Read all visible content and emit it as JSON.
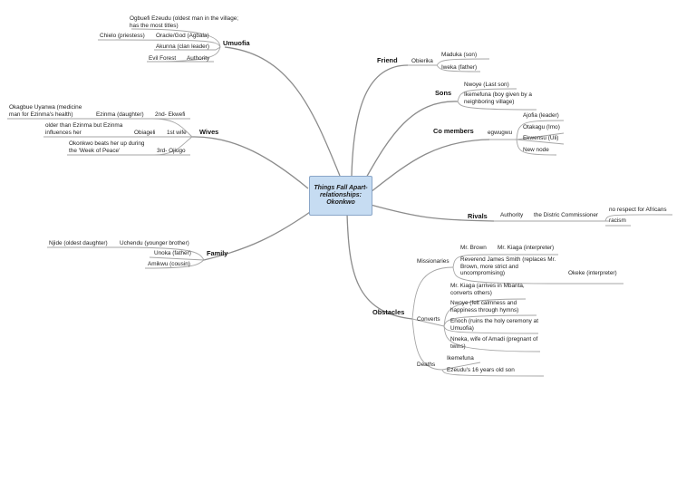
{
  "central": "Things Fall Apart- relationships: Okonkwo",
  "umuofia": {
    "title": "Umuofia",
    "ogbuefi": "Ogbuefi Ezeudu (oldest man in the village; has the most titles)",
    "chielo": "Chielo (priestess)",
    "oracle": "Oracle/God (Agbala)",
    "akunna": "Akunna (clan leader)",
    "evil_forest": "Evil Forest",
    "authority": "Authority"
  },
  "wives": {
    "title": "Wives",
    "okagbue": "Okagbue Uyanwa (medicine man for Ezinma's health)",
    "ezinma": "Ezinma (daughter)",
    "ekwefi": "2nd- Ekwefi",
    "older": "older than Ezinma but Ezinma influences her",
    "obiageli": "Obiageli",
    "first_wife": "1st wife",
    "beats": "Okonkwo beats her up during the 'Week of Peace'",
    "ojiugo": "3rd- Ojiugo"
  },
  "family": {
    "title": "Family",
    "njide": "Njide (oldest daughter)",
    "uchendu": "Uchendu (younger brother)",
    "unoka": "Unoka (father)",
    "amikwu": "Amikwu (cousin)"
  },
  "friend": {
    "title": "Friend",
    "obierika": "Obierika",
    "maduka": "Maduka (son)",
    "iweka": "Iweka (father)"
  },
  "sons": {
    "title": "Sons",
    "nwoye": "Nwoye (Last son)",
    "ikemefuna": "Ikemefuna (boy given by a neighboring village)"
  },
  "comembers": {
    "title": "Co members",
    "egwugwu": "egwugwu",
    "ajofia": "Ajofia (leader)",
    "otakagu": "Otakagu (Imo)",
    "ekwensu": "Ekwensu (Uli)",
    "new_node": "New node"
  },
  "rivals": {
    "title": "Rivals",
    "authority": "Authority",
    "commissioner": "the Distric Commissioner",
    "no_respect": "no respect for Africans",
    "racism": "racism"
  },
  "obstacles": {
    "title": "Obstacles",
    "missionaries": "Missionaries",
    "mr_brown": "Mr. Brown",
    "kiaga_interp": "Mr. Kiaga (interpreter)",
    "smith": "Reverend James Smith (replaces Mr. Brown, more strict and uncompromising)",
    "okeke": "Okeke (interpreter)",
    "converts": "Converts",
    "kiaga_mbanta": "Mr. Kiaga (arrives in Mbanta, converts others)",
    "nwoye_calm": "Nwoye (felt calmness and happiness through hymns)",
    "enoch": "Enoch (ruins the holy ceremony at Umuofia)",
    "nneka": "Nneka, wife of Amadi (pregnant of twins)",
    "deaths": "Deaths",
    "ikemefuna": "Ikemefuna",
    "ezeudu_son": "Ezeudu's 16 years old son"
  }
}
